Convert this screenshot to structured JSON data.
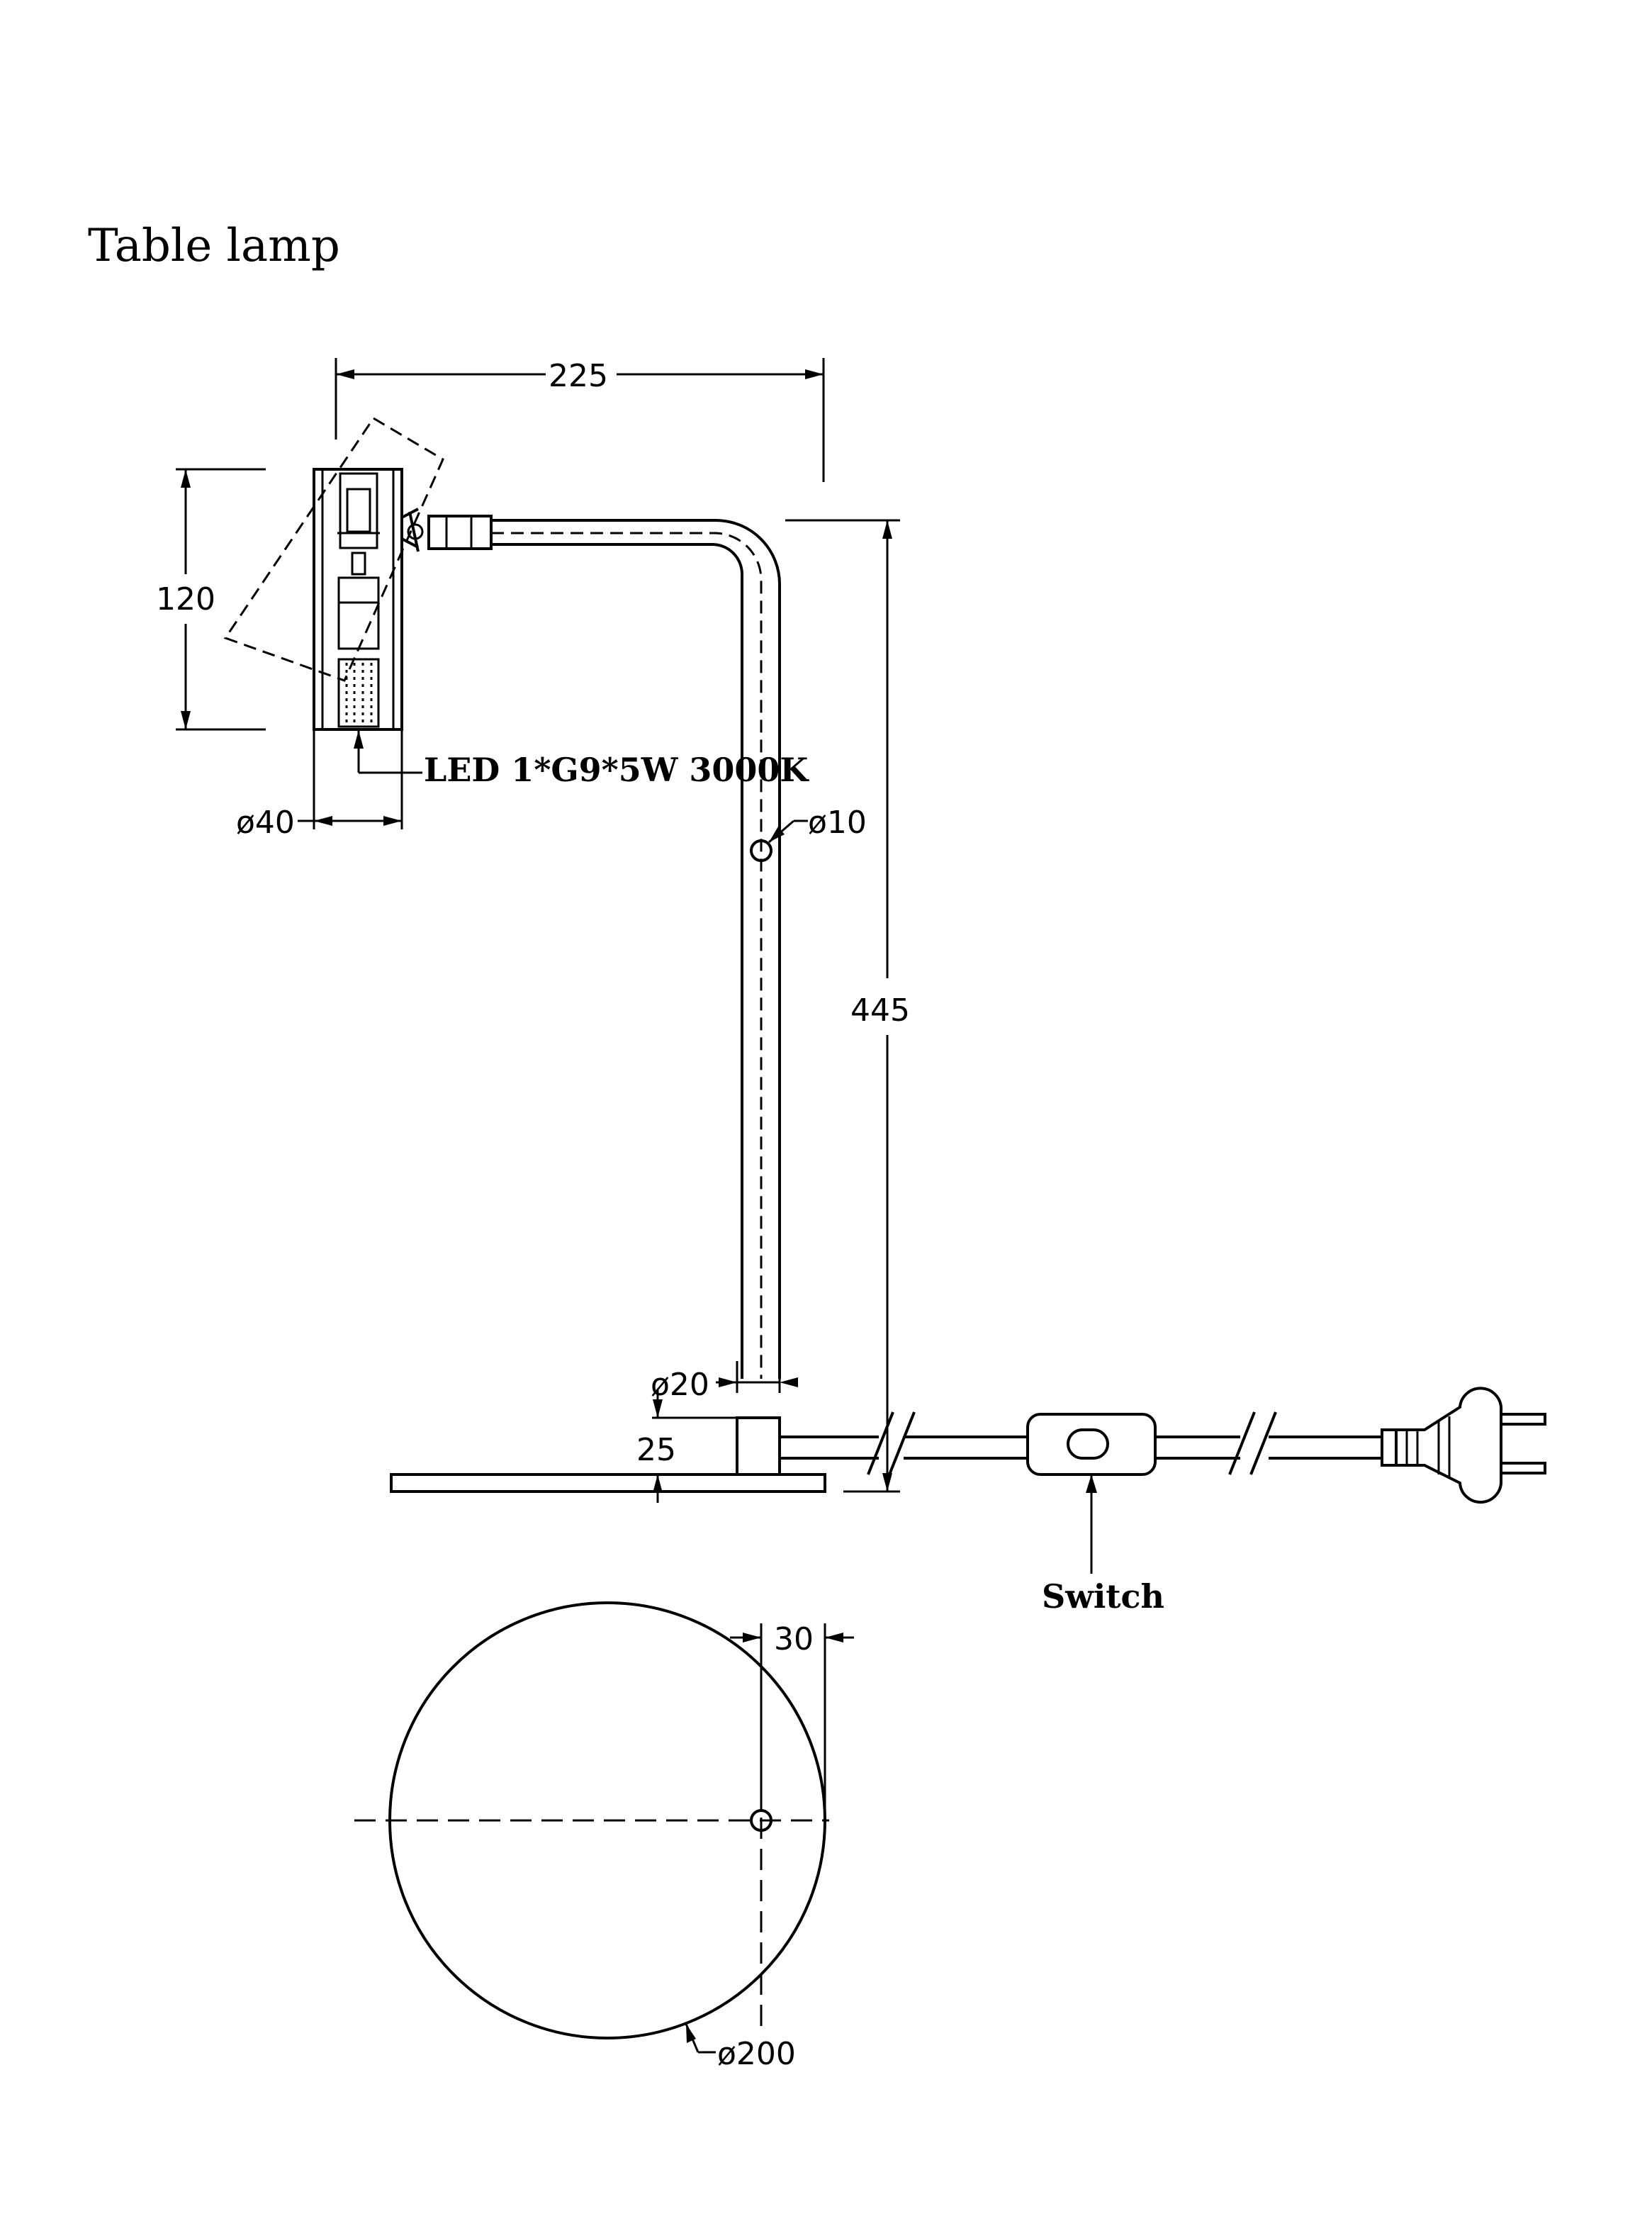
{
  "title": "Table lamp",
  "labels": {
    "led": "LED 1*G9*5W 3000K",
    "switch": "Switch"
  },
  "dimensions": {
    "head_width": "225",
    "head_height": "120",
    "head_diameter": "ø40",
    "arm_diameter": "ø10",
    "total_height": "445",
    "stem_diameter": "ø20",
    "base_thickness": "25",
    "stem_offset": "30",
    "base_diameter": "ø200"
  }
}
